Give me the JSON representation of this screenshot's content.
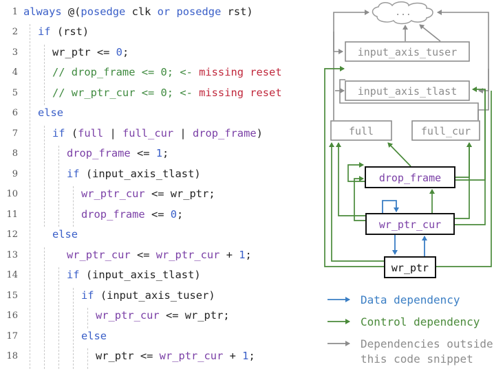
{
  "code": {
    "line_numbers": [
      "1",
      "2",
      "3",
      "4",
      "5",
      "6",
      "7",
      "8",
      "9",
      "10",
      "11",
      "12",
      "13",
      "14",
      "15",
      "16",
      "17",
      "18"
    ],
    "lines": [
      [
        {
          "t": "always",
          "c": "kw"
        },
        {
          "t": " @(",
          "c": ""
        },
        {
          "t": "posedge",
          "c": "kw"
        },
        {
          "t": " clk ",
          "c": ""
        },
        {
          "t": "or",
          "c": "kw"
        },
        {
          "t": " ",
          "c": ""
        },
        {
          "t": "posedge",
          "c": "kw"
        },
        {
          "t": " rst)",
          "c": ""
        }
      ],
      [
        {
          "t": "if",
          "c": "kw"
        },
        {
          "t": " (rst)",
          "c": ""
        }
      ],
      [
        {
          "t": "wr_ptr <= ",
          "c": ""
        },
        {
          "t": "0",
          "c": "nm"
        },
        {
          "t": ";",
          "c": ""
        }
      ],
      [
        {
          "t": "// drop_frame <= 0; <- ",
          "c": "gr"
        },
        {
          "t": "missing reset",
          "c": "rd"
        }
      ],
      [
        {
          "t": "// wr_ptr_cur <= 0; <- ",
          "c": "gr"
        },
        {
          "t": "missing reset",
          "c": "rd"
        }
      ],
      [
        {
          "t": "else",
          "c": "kw"
        }
      ],
      [
        {
          "t": "if",
          "c": "kw"
        },
        {
          "t": " (",
          "c": ""
        },
        {
          "t": "full",
          "c": "pu"
        },
        {
          "t": " | ",
          "c": ""
        },
        {
          "t": "full_cur",
          "c": "pu"
        },
        {
          "t": " | ",
          "c": ""
        },
        {
          "t": "drop_frame",
          "c": "pu"
        },
        {
          "t": ")",
          "c": ""
        }
      ],
      [
        {
          "t": "drop_frame",
          "c": "pu"
        },
        {
          "t": " <= ",
          "c": ""
        },
        {
          "t": "1",
          "c": "nm"
        },
        {
          "t": ";",
          "c": ""
        }
      ],
      [
        {
          "t": "if",
          "c": "kw"
        },
        {
          "t": " (input_axis_tlast)",
          "c": ""
        }
      ],
      [
        {
          "t": "wr_ptr_cur",
          "c": "pu"
        },
        {
          "t": " <= wr_ptr;",
          "c": ""
        }
      ],
      [
        {
          "t": "drop_frame",
          "c": "pu"
        },
        {
          "t": " <= ",
          "c": ""
        },
        {
          "t": "0",
          "c": "nm"
        },
        {
          "t": ";",
          "c": ""
        }
      ],
      [
        {
          "t": "else",
          "c": "kw"
        }
      ],
      [
        {
          "t": "wr_ptr_cur",
          "c": "pu"
        },
        {
          "t": " <= ",
          "c": ""
        },
        {
          "t": "wr_ptr_cur",
          "c": "pu"
        },
        {
          "t": " + ",
          "c": ""
        },
        {
          "t": "1",
          "c": "nm"
        },
        {
          "t": ";",
          "c": ""
        }
      ],
      [
        {
          "t": "if",
          "c": "kw"
        },
        {
          "t": " (input_axis_tlast)",
          "c": ""
        }
      ],
      [
        {
          "t": "if",
          "c": "kw"
        },
        {
          "t": " (input_axis_tuser)",
          "c": ""
        }
      ],
      [
        {
          "t": "wr_ptr_cur",
          "c": "pu"
        },
        {
          "t": " <= wr_ptr;",
          "c": ""
        }
      ],
      [
        {
          "t": "else",
          "c": "kw"
        }
      ],
      [
        {
          "t": "wr_ptr <= ",
          "c": ""
        },
        {
          "t": "wr_ptr_cur",
          "c": "pu"
        },
        {
          "t": " + ",
          "c": ""
        },
        {
          "t": "1",
          "c": "nm"
        },
        {
          "t": ";",
          "c": ""
        }
      ]
    ]
  },
  "diagram": {
    "cloud": "...",
    "nodes": {
      "input_axis_tuser": "input_axis_tuser",
      "input_axis_tlast": "input_axis_tlast",
      "full": "full",
      "full_cur": "full_cur",
      "drop_frame": "drop_frame",
      "wr_ptr_cur": "wr_ptr_cur",
      "wr_ptr": "wr_ptr"
    },
    "colors": {
      "data": "#3a7ec4",
      "control": "#4a8a3a",
      "outside": "#8c8c8c",
      "purple": "#7a3fa6"
    }
  },
  "legend": {
    "data": "Data dependency",
    "control": "Control dependency",
    "outside_line1": "Dependencies outside",
    "outside_line2": "this code snippet"
  }
}
